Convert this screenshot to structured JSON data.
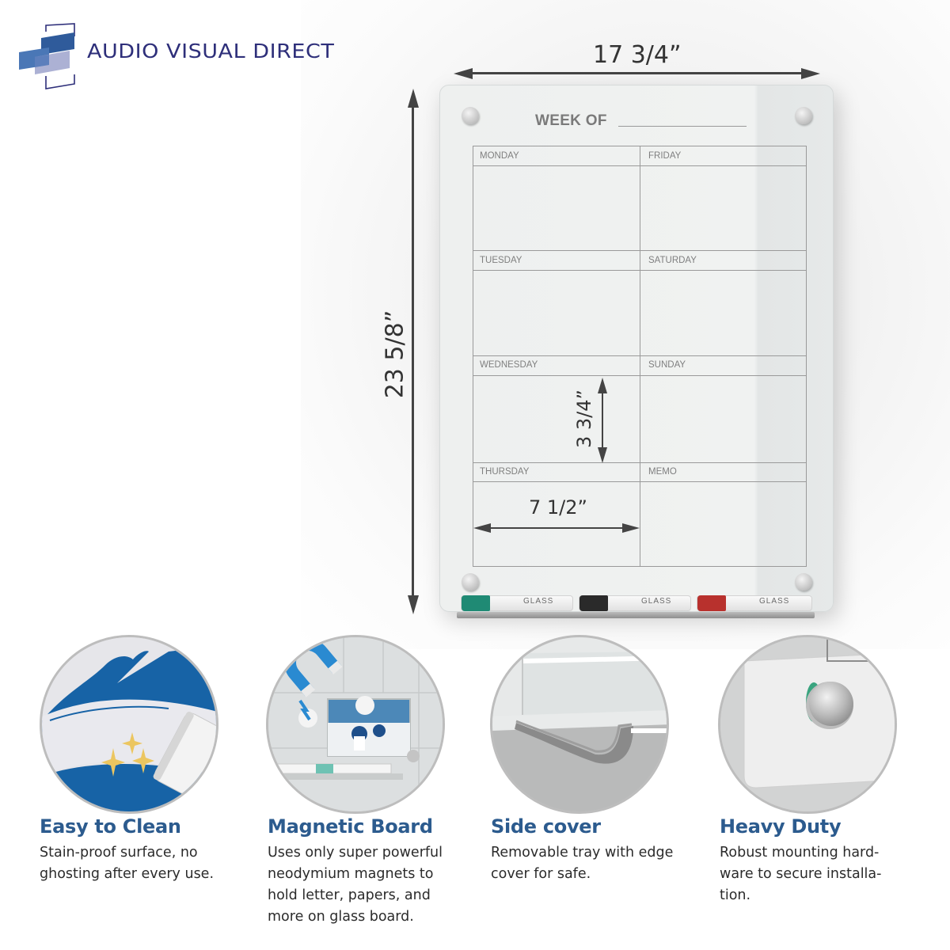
{
  "brand": {
    "name": "AUDIO VISUAL DIRECT",
    "colors": {
      "text": "#2e2f7a",
      "block_dark": "#2f5b9b",
      "block_mid": "#4a77b6",
      "block_light": "#a3a9cf"
    }
  },
  "dimensions": {
    "overall_width": "17 3/4”",
    "overall_height": "23 5/8”",
    "cell_height": "3 3/4”",
    "cell_width": "7 1/2”"
  },
  "board": {
    "header_label": "WEEK OF",
    "cells": {
      "left": [
        "MONDAY",
        "TUESDAY",
        "WEDNESDAY",
        "THURSDAY"
      ],
      "right": [
        "FRIDAY",
        "SATURDAY",
        "SUNDAY",
        "MEMO"
      ]
    },
    "markers": [
      {
        "color": "green",
        "cap_hex": "#1f8a74",
        "label": "GLASS"
      },
      {
        "color": "black",
        "cap_hex": "#2a2a2a",
        "label": "GLASS"
      },
      {
        "color": "red",
        "cap_hex": "#b8312d",
        "label": "GLASS"
      }
    ]
  },
  "features": [
    {
      "title": "Easy to Clean",
      "description": "Stain-proof surface, no ghosting after every use.",
      "icon": "eraser-sparkle-icon"
    },
    {
      "title": "Magnetic Board",
      "description": "Uses only super powerful neodymium magnets to hold letter, papers, and more on glass board.",
      "icon": "magnet-icon"
    },
    {
      "title": "Side cover",
      "description": "Removable tray with edge cover for safe.",
      "icon": "tray-cover-icon"
    },
    {
      "title": "Heavy Duty",
      "description": "Robust mounting hard-ware to secure installa-tion.",
      "icon": "mounting-standoff-icon"
    }
  ],
  "colors": {
    "feature_title": "#2c5b8e",
    "feature_text": "#2b2b2b",
    "dimension_arrow": "#444444",
    "clean_blue": "#1763a6",
    "sparkle_gold": "#ecc660"
  }
}
